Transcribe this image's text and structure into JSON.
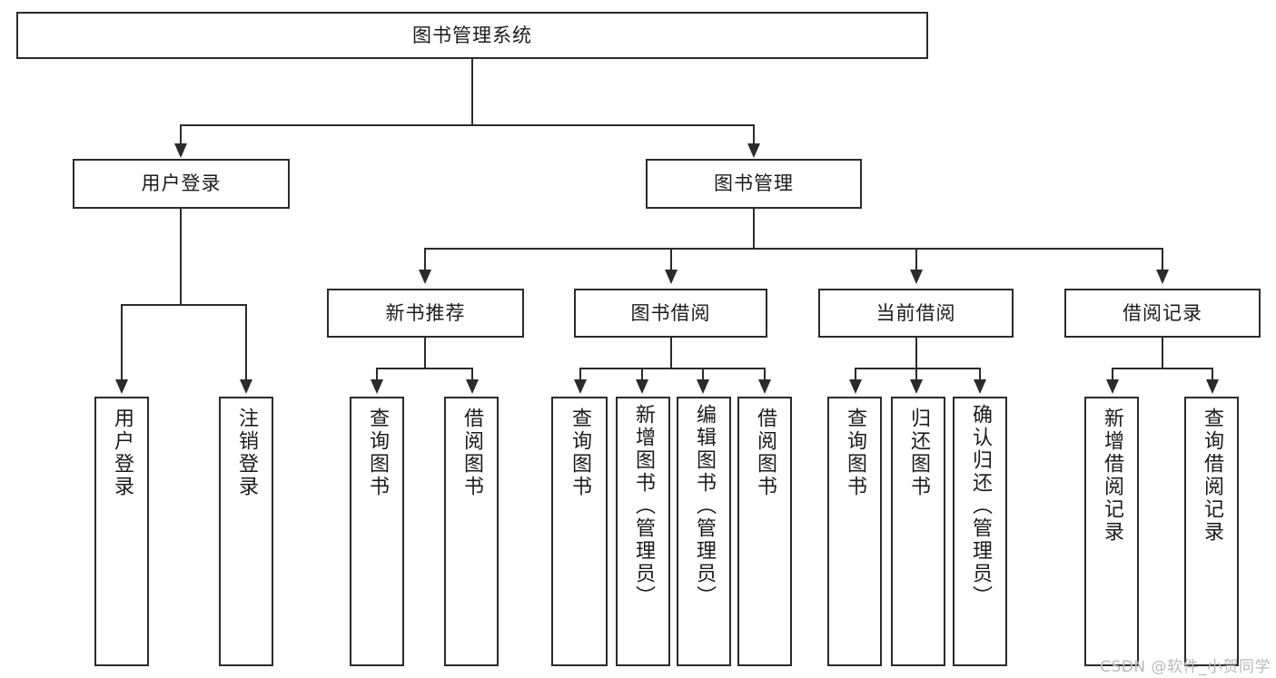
{
  "diagram": {
    "title": "图书管理系统",
    "type": "tree",
    "watermark": "CSDN @软件_小贺同学",
    "colors": {
      "box_border": "#2b2b2b",
      "box_fill": "#ffffff",
      "connector": "#2b2b2b",
      "text": "#1b1b1b",
      "watermark": "#b9b9b9",
      "background": "#ffffff"
    },
    "levels": {
      "root": "图书管理系统",
      "level2": [
        "用户登录",
        "图书管理"
      ],
      "level3": [
        "新书推荐",
        "图书借阅",
        "当前借阅",
        "借阅记录"
      ]
    },
    "nodes": {
      "root": {
        "label": "图书管理系统"
      },
      "user_login": {
        "label": "用户登录"
      },
      "book_manage": {
        "label": "图书管理"
      },
      "new_book_rec": {
        "label": "新书推荐"
      },
      "book_borrow": {
        "label": "图书借阅"
      },
      "current_borrow": {
        "label": "当前借阅"
      },
      "borrow_record": {
        "label": "借阅记录"
      }
    },
    "leaves": {
      "user_login": [
        {
          "label": "用户登录"
        },
        {
          "label": "注销登录"
        }
      ],
      "new_book_rec": [
        {
          "label": "查询图书"
        },
        {
          "label": "借阅图书"
        }
      ],
      "book_borrow": [
        {
          "label": "查询图书"
        },
        {
          "label": "新增图书（管理员）"
        },
        {
          "label": "编辑图书（管理员）"
        },
        {
          "label": "借阅图书"
        }
      ],
      "current_borrow": [
        {
          "label": "查询图书"
        },
        {
          "label": "归还图书"
        },
        {
          "label": "确认归还（管理员）"
        }
      ],
      "borrow_record": [
        {
          "label": "新增借阅记录"
        },
        {
          "label": "查询借阅记录"
        }
      ]
    }
  }
}
